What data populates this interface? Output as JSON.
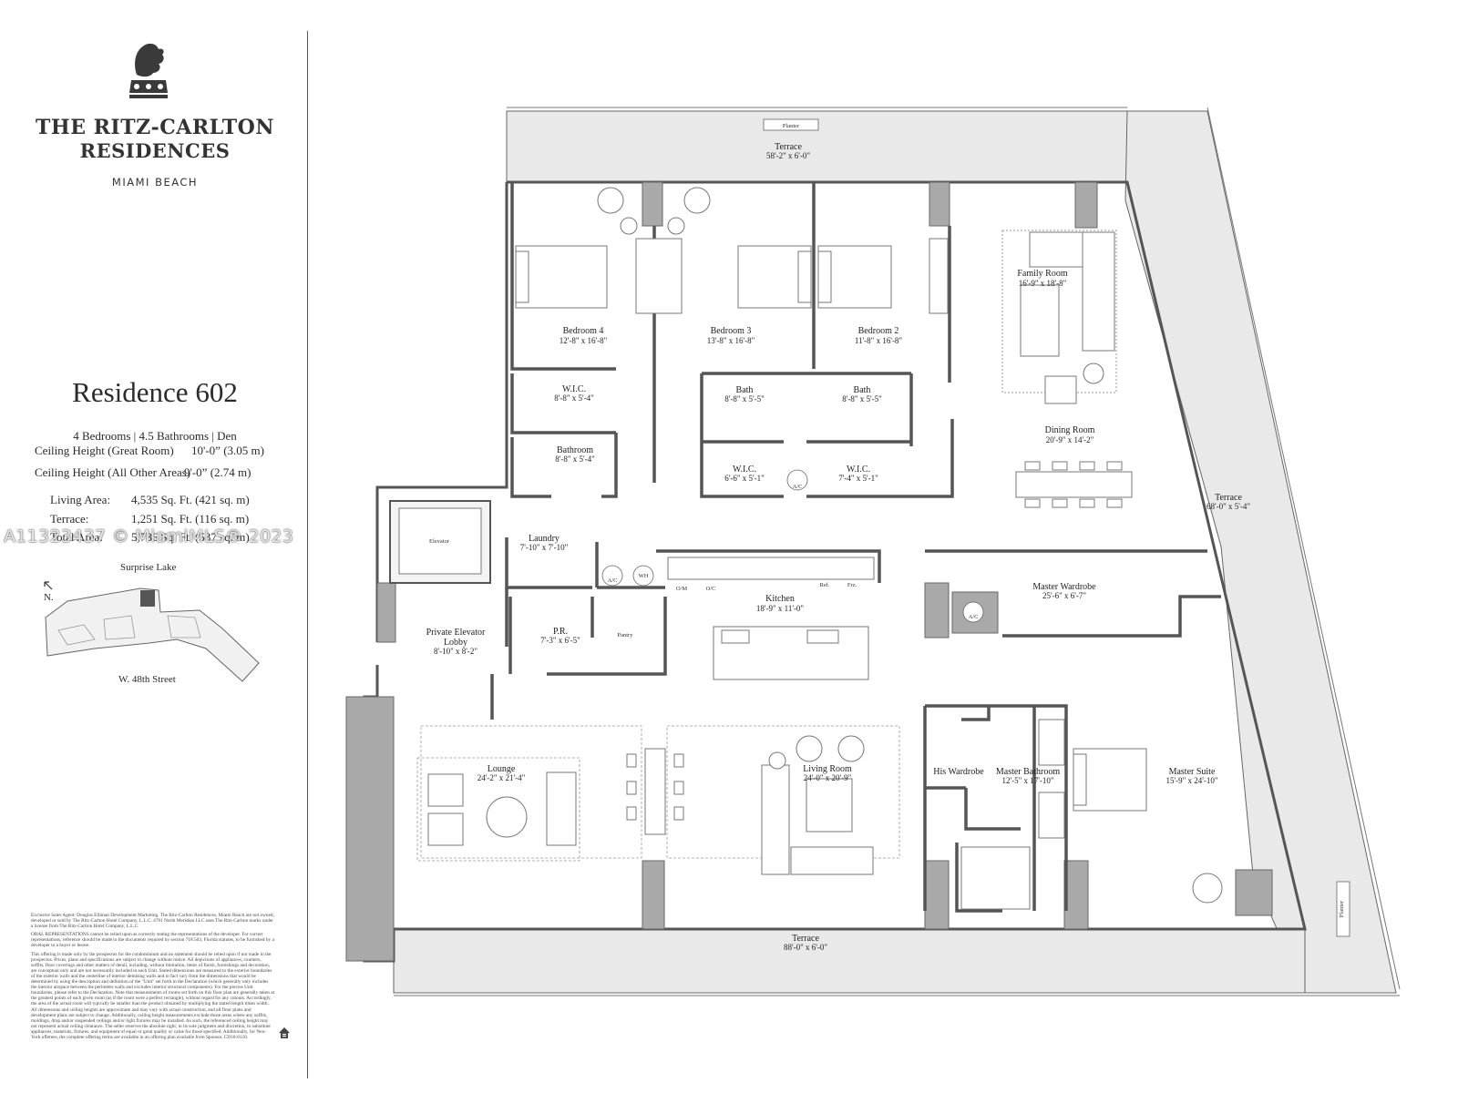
{
  "brand": {
    "line1": "THE RITZ-CARLTON",
    "line2": "RESIDENCES",
    "location": "MIAMI BEACH"
  },
  "residence": {
    "title": "Residence 602",
    "summary": "4 Bedrooms | 4.5 Bathrooms | Den",
    "ceiling_great_label": "Ceiling Height (Great Room)",
    "ceiling_great_value": "10'-0” (3.05 m)",
    "ceiling_other_label": "Ceiling Height (All Other Areas)",
    "ceiling_other_value": "9'-0” (2.74 m)",
    "living_label": "Living Area:",
    "living_value": "4,535 Sq. Ft.  (421 sq. m)",
    "terrace_label": "Terrace:",
    "terrace_value": "1,251 Sq. Ft.  (116 sq. m)",
    "total_label": "Total Area:",
    "total_value": "5,786 Sq. Ft.  (537 sq. m)"
  },
  "keyplan": {
    "north": "N.",
    "top_label": "Surprise Lake",
    "bottom_label": "W. 48th Street"
  },
  "watermark": "A11323437 © MiamiMLS® 2023",
  "disclaimer": [
    "Exclusive Sales Agent: Douglas Elliman Development Marketing. The Ritz-Carlton Residences, Miami Beach are not owned, developed or sold by The Ritz-Carlton Hotel Company, L.L.C. 4701 North Meridian LLC uses The Ritz-Carlton marks under a license from The Ritz-Carlton Hotel Company, L.L.C.",
    "ORAL REPRESENTATIONS cannot be relied upon as correctly stating the representations of the developer. For correct representations, reference should be made to the documents required by section 718.503, Florida statutes, to be furnished by a developer to a buyer or lessee.",
    "This offering is made only by the prospectus for the condominium and no statement should be relied upon if not made in the prospectus. Prices, plans and specifications are subject to change without notice. All depictions of appliances, counters, soffits, floor coverings and other matters of detail, including, without limitation, items of finish, furnishings and decoration, are conceptual only and are not necessarily included in each Unit. Stated dimensions are measured to the exterior boundaries of the exterior walls and the centerline of interior demising walls and in fact vary from the dimensions that would be determined by using the description and definition of the \"Unit\" set forth in the Declaration (which generally only includes the interior airspace between the perimeter walls and excludes interior structural components). For the precise Unit boundaries, please refer to the Declaration. Note that measurements of rooms set forth on this floor plan are generally taken at the greatest points of each given room (as if the room were a perfect rectangle), without regard for any cutouts. Accordingly, the area of the actual room will typically be smaller than the product obtained by multiplying the stated length times width. All dimensions and ceiling heights are approximate and may vary with actual construction, and all floor plans and development plans are subject to change. Additionally, ceiling height measurements exclude those areas where any soffits, moldings, drop and/or suspended ceilings and/or light fixtures may be installed. As such, the referenced ceiling height may not represent actual ceiling clearance. The seller reserves the absolute right, in its sole judgment and discretion, to substitute appliances, materials, fixtures, and equipment of equal or great quality or value for those specified. Additionally, for New York offerees, the complete offering terms are available in an offering plan available from Sponsor. CD16-0120."
  ],
  "rooms": {
    "terrace_north": {
      "name": "Terrace",
      "dim": "58'-2\" x 6'-0\""
    },
    "planter_north": "Planter",
    "bedroom4": {
      "name": "Bedroom 4",
      "dim": "12'-8\" x 16'-8\""
    },
    "bedroom3": {
      "name": "Bedroom 3",
      "dim": "13'-8\" x 16'-8\""
    },
    "bedroom2": {
      "name": "Bedroom 2",
      "dim": "11'-8\" x 16'-8\""
    },
    "family": {
      "name": "Family Room",
      "dim": "16'-9\" x 18'-8\""
    },
    "wic_b4": {
      "name": "W.I.C.",
      "dim": "8'-8\" x 5'-4\""
    },
    "bath_b3": {
      "name": "Bath",
      "dim": "8'-8\" x 5'-5\""
    },
    "bath_b2": {
      "name": "Bath",
      "dim": "8'-8\" x 5'-5\""
    },
    "dining": {
      "name": "Dining Room",
      "dim": "20'-9\" x 14'-2\""
    },
    "bathroom_b4": {
      "name": "Bathroom",
      "dim": "8'-8\" x 5'-4\""
    },
    "wic_b3": {
      "name": "W.I.C.",
      "dim": "6'-6\" x 5'-1\""
    },
    "wic_b2": {
      "name": "W.I.C.",
      "dim": "7'-4\" x 5'-1\""
    },
    "terrace_east": {
      "name": "Terrace",
      "dim": "68'-0\" x 5'-4\""
    },
    "elevator": "Elevator",
    "laundry": {
      "name": "Laundry",
      "dim": "7'-10\" x 7'-10\""
    },
    "kitchen": {
      "name": "Kitchen",
      "dim": "18'-9\" x 11'-0\""
    },
    "master_wardrobe": {
      "name": "Master Wardrobe",
      "dim": "25'-6\" x 6'-7\""
    },
    "lobby": {
      "name1": "Private Elevator",
      "name2": "Lobby",
      "dim": "8'-10\" x 8'-2\""
    },
    "powder": {
      "name": "P.R.",
      "dim": "7'-3\" x 6'-5\""
    },
    "pantry": "Pantry",
    "lounge": {
      "name": "Lounge",
      "dim": "24'-2\" x 21'-4\""
    },
    "living": {
      "name": "Living Room",
      "dim": "24'-0\" x 20'-9\""
    },
    "his_wardrobe": "His Wardrobe",
    "master_bath": {
      "name": "Master Bathroom",
      "dim": "12'-5\" x 17'-10\""
    },
    "master_suite": {
      "name": "Master Suite",
      "dim": "15'-9\" x 24'-10\""
    },
    "terrace_south": {
      "name": "Terrace",
      "dim": "88'-0\" x 6'-0\""
    },
    "planter_east": "Planter"
  },
  "fixtures": {
    "ac": "A/C",
    "wh": "WH",
    "om": "O/M",
    "oc": "O/C",
    "ref": "Ref.",
    "frz": "Frz."
  }
}
